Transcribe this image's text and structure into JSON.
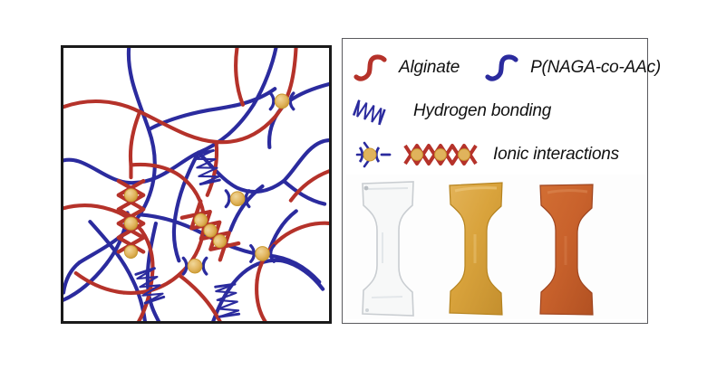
{
  "figure": {
    "title": "Hydrogel double-network schematic with crosslink legend and dogbone specimens",
    "background_color": "#ffffff"
  },
  "colors": {
    "alginate_red": "#b5322a",
    "polymer_blue": "#2b2b9e",
    "ion_gold": "#e0b35c",
    "ion_gold_edge": "#c9972f",
    "panel_border": "#5a5a5e",
    "network_border": "#1a1a1a",
    "sample_clear": "#f2f3f4",
    "sample_gold": "#d9a33c",
    "sample_orange": "#c9622c"
  },
  "network_panel": {
    "name": "polymer-network-schematic",
    "description": "Interpenetrating red alginate chains and blue P(NAGA-co-AAc) chains with hydrogen-bonding ladders and ionic crosslink sites",
    "features": {
      "hydrogen_bond_ladders": 3,
      "ionic_claw_sites": 3,
      "ionic_zigzag_chains": 2,
      "gold_ions_total": 9
    }
  },
  "legend": {
    "name": "crosslink-legend",
    "rows": [
      {
        "id": "row-polymers",
        "entries": [
          {
            "icon": "alginate-squiggle-icon",
            "label": "Alginate"
          },
          {
            "icon": "pnaga-squiggle-icon",
            "label": "P(NAGA-co-AAc)"
          }
        ]
      },
      {
        "id": "row-hydrogen-bonding",
        "entries": [
          {
            "icon": "hydrogen-bond-ladder-icon",
            "label": "Hydrogen bonding"
          }
        ]
      },
      {
        "id": "row-ionic-interactions",
        "entries": [
          {
            "icon": "ionic-claw-icon",
            "label": ""
          },
          {
            "icon": "ionic-zigzag-icon",
            "label": "Ionic interactions"
          }
        ]
      }
    ],
    "labels": {
      "alginate": "Alginate",
      "pnaga": "P(NAGA-co-AAc)",
      "hydrogen_bonding": "Hydrogen bonding",
      "ionic_interactions": "Ionic interactions"
    }
  },
  "samples": {
    "name": "hydrogel-specimen-photo",
    "shape": "dogbone tensile specimen",
    "items": [
      {
        "id": "sample-clear",
        "icon": "dogbone-specimen-clear",
        "color": "#f2f3f4",
        "appearance": "transparent"
      },
      {
        "id": "sample-gold",
        "icon": "dogbone-specimen-gold",
        "color": "#d9a33c",
        "appearance": "golden yellow"
      },
      {
        "id": "sample-orange",
        "icon": "dogbone-specimen-orange",
        "color": "#c9622c",
        "appearance": "dark orange"
      }
    ]
  }
}
